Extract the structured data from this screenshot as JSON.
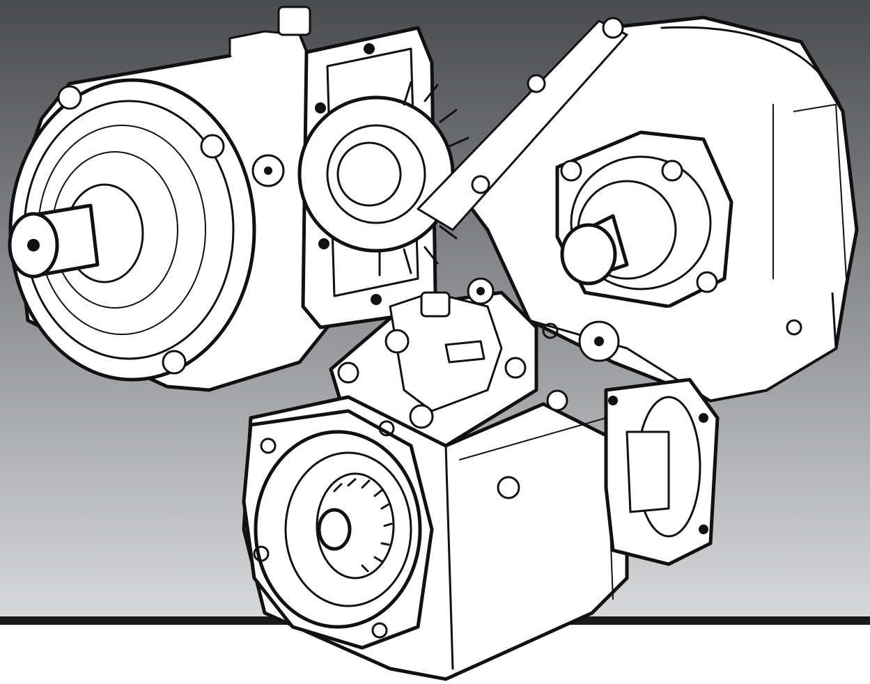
{
  "image": {
    "kind": "line-illustration",
    "subject": [
      "pto-unit-left-with-exposed-gear",
      "pto-unit-right-angled",
      "pto-unit-front-with-splined-shaft"
    ],
    "colors": {
      "background_top": "#4a4b4f",
      "background_bottom": "#d8d9db",
      "ink": "#111111",
      "paper": "#ffffff",
      "floor_line": "#1a1a1a"
    }
  }
}
